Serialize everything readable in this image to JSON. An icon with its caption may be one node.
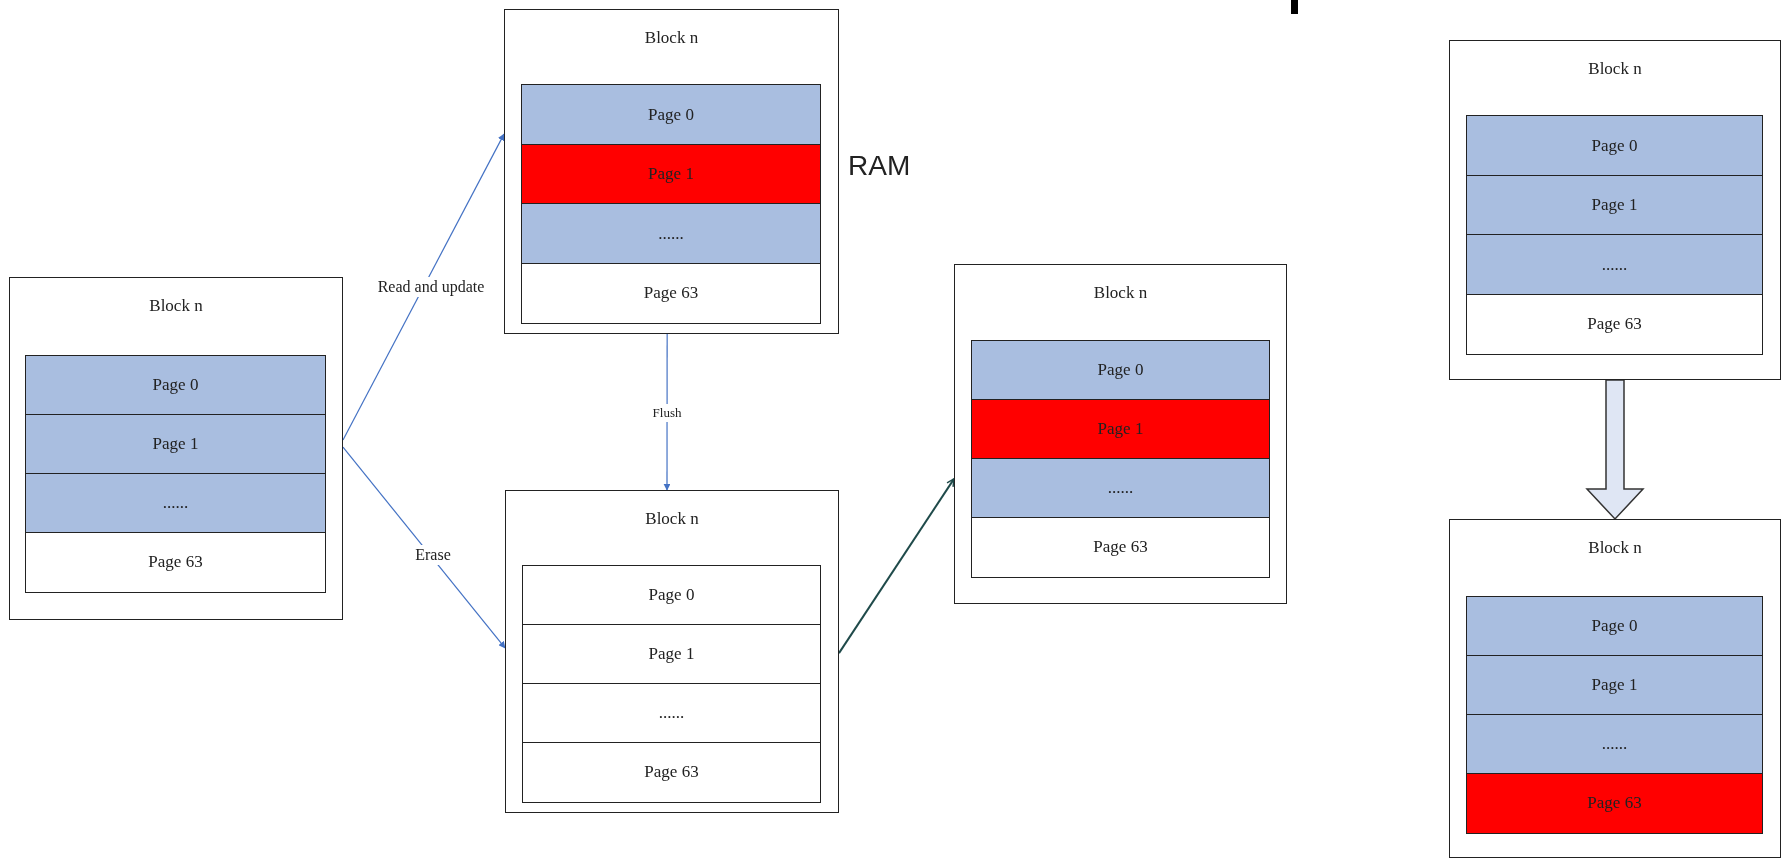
{
  "diagram": {
    "nodes": [
      {
        "text": [
          "Block n"
        ]
      },
      {
        "text": [
          "Page 0"
        ],
        "in": 0
      },
      {
        "text": [
          "Page 1"
        ],
        "in": 0
      },
      {
        "text": [
          "......"
        ],
        "in": 0
      },
      {
        "text": [
          "Page 63"
        ],
        "in": 0
      },
      {
        "text": [
          "Block n"
        ],
        "beside": [
          "RAM"
        ]
      },
      {
        "text": [
          "Page 0"
        ],
        "in": 5
      },
      {
        "text": [
          "Page 1"
        ],
        "in": 5
      },
      {
        "text": [
          "......"
        ],
        "in": 5
      },
      {
        "text": [
          "Page 63"
        ],
        "in": 5
      },
      {
        "text": [
          "Block n"
        ]
      },
      {
        "text": [
          "Page 0"
        ],
        "in": 10
      },
      {
        "text": [
          "Page 1"
        ],
        "in": 10
      },
      {
        "text": [
          "......"
        ],
        "in": 10
      },
      {
        "text": [
          "Page 63"
        ],
        "in": 10
      },
      {
        "text": [
          "Block n"
        ]
      },
      {
        "text": [
          "Page 0"
        ],
        "in": 15
      },
      {
        "text": [
          "Page 1"
        ],
        "in": 15
      },
      {
        "text": [
          "......"
        ],
        "in": 15
      },
      {
        "text": [
          "Page 63"
        ],
        "in": 15
      },
      {
        "text": [
          "Block n"
        ]
      },
      {
        "text": [
          "Page 0"
        ],
        "in": 20
      },
      {
        "text": [
          "Page 1"
        ],
        "in": 20
      },
      {
        "text": [
          "......"
        ],
        "in": 20
      },
      {
        "text": [
          "Page 63"
        ],
        "in": 20
      },
      {
        "text": [
          "Block n"
        ]
      },
      {
        "text": [
          "Page 0"
        ],
        "in": 25
      },
      {
        "text": [
          "Page 1"
        ],
        "in": 25
      },
      {
        "text": [
          "......"
        ],
        "in": 25
      },
      {
        "text": [
          "Page 63"
        ],
        "in": 25
      }
    ],
    "edges": [
      {
        "from": 0,
        "to": 5,
        "arrow": "to",
        "label": "Read and update"
      },
      {
        "from": 0,
        "to": 10,
        "arrow": "to",
        "label": "Erase"
      },
      {
        "from": 5,
        "to": 10,
        "arrow": "to",
        "label": "Flush"
      },
      {
        "from": 10,
        "to": 15,
        "arrow": "to",
        "color": "#1f4a4a"
      },
      {
        "from": 20,
        "to": 25,
        "arrow": "to",
        "style": "thick"
      }
    ]
  }
}
